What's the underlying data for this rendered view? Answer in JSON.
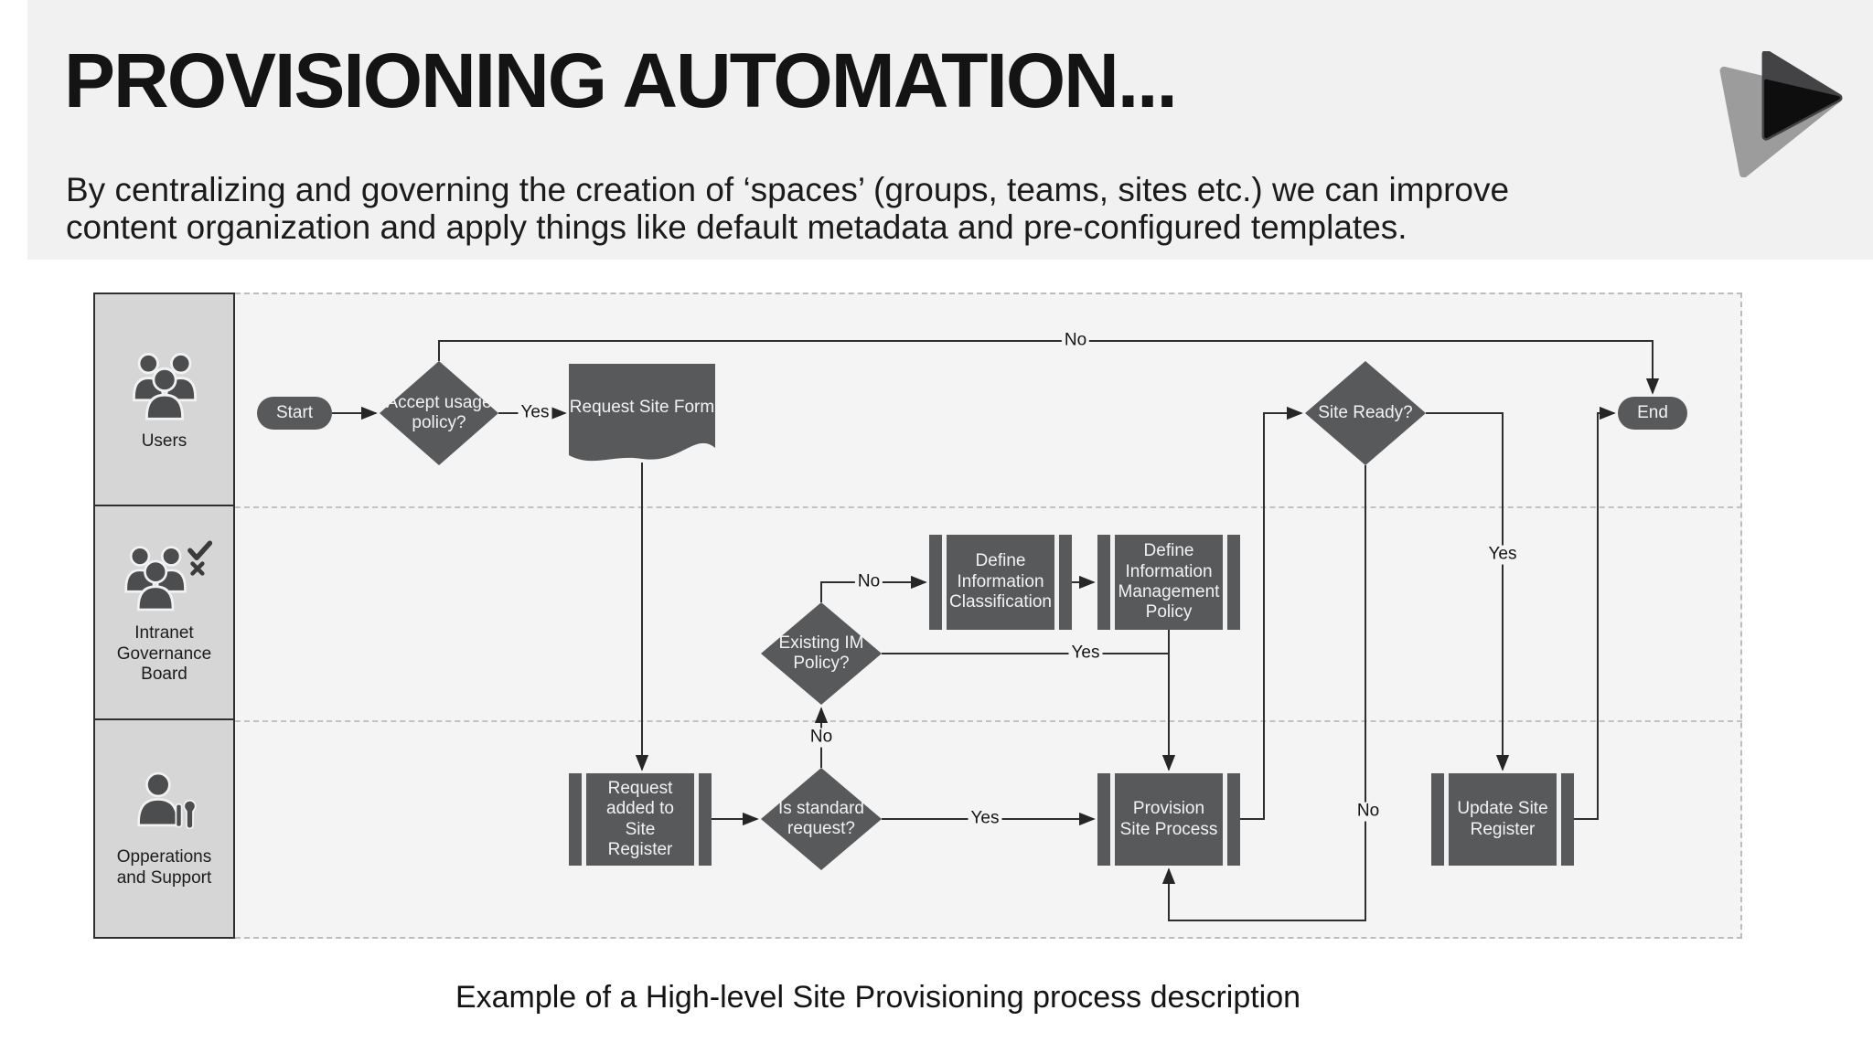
{
  "slide": {
    "title": "PROVISIONING AUTOMATION...",
    "subtitle_line1": "By centralizing and governing the creation of ‘spaces’ (groups, teams, sites etc.) we can improve",
    "subtitle_line2": "content organization and apply things like default metadata and pre-configured templates.",
    "caption": "Example of a High-level Site Provisioning process description"
  },
  "lanes": [
    {
      "label": "Users",
      "icon": "users-group-icon"
    },
    {
      "label": "Intranet Governance Board",
      "icon": "users-approval-icon"
    },
    {
      "label": "Opperations and Support",
      "icon": "person-tools-icon"
    }
  ],
  "nodes": {
    "start": "Start",
    "accept_policy": "Accept usage policy?",
    "request_form": "Request Site Form",
    "site_ready": "Site Ready?",
    "end": "End",
    "define_classification": "Define Information Classification",
    "define_policy": "Define Information Management Policy",
    "existing_policy": "Existing IM Policy?",
    "request_added": "Request added to Site Register",
    "is_standard": "Is standard request?",
    "provision": "Provision Site Process",
    "update_register": "Update Site Register"
  },
  "edge_labels": {
    "accept_yes": "Yes",
    "accept_no": "No",
    "existing_no": "No",
    "existing_yes": "Yes",
    "is_standard_no": "No",
    "is_standard_yes": "Yes",
    "site_ready_yes": "Yes",
    "site_ready_no": "No"
  },
  "icons": {
    "logo": "play-logo",
    "lane_users": "users-group-icon",
    "lane_governance": "users-approval-icon",
    "lane_ops": "person-tools-icon"
  },
  "colors": {
    "header_band": "#f1f1f2",
    "diagram_bg": "#f4f4f5",
    "lane_label_bg": "#d6d6d7",
    "shape_fill": "#58595b",
    "shape_text": "#f2f2f2",
    "connector": "#2e2e2e"
  }
}
